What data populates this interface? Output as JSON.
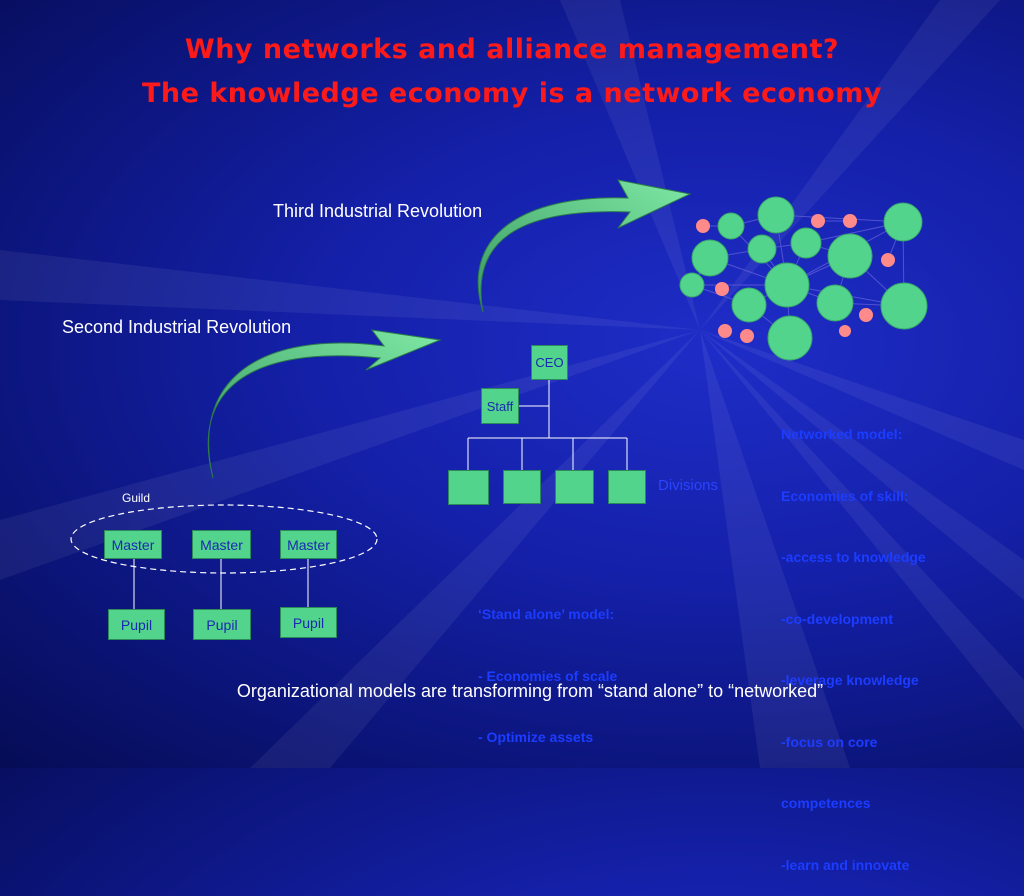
{
  "title": {
    "line1": "Why networks and alliance management?",
    "line2": "The knowledge economy is a network economy"
  },
  "labels": {
    "third": "Third Industrial Revolution",
    "second": "Second Industrial Revolution",
    "guild": "Guild",
    "divisions": "Divisions",
    "footer": "Organizational models are transforming from “stand alone” to “networked”"
  },
  "hierarchy": {
    "ceo": "CEO",
    "staff": "Staff"
  },
  "guild_boxes": {
    "masters": [
      "Master",
      "Master",
      "Master"
    ],
    "pupils": [
      "Pupil",
      "Pupil",
      "Pupil"
    ]
  },
  "standalone": {
    "lines": [
      "‘Stand alone’ model:",
      "- Economies of scale",
      "- Optimize assets"
    ]
  },
  "networked": {
    "lines": [
      "Networked model:",
      "Economies of skill:",
      "-access to knowledge",
      "-co-development",
      "-leverage knowledge",
      "-focus on core",
      "competences",
      "-learn and innovate"
    ]
  },
  "colors": {
    "title": "#ff1a1a",
    "node_green": "#52d48c",
    "node_pink": "#ff8a8a",
    "arrow_green": "#58c87c",
    "text_blue": "#1c3cff"
  }
}
